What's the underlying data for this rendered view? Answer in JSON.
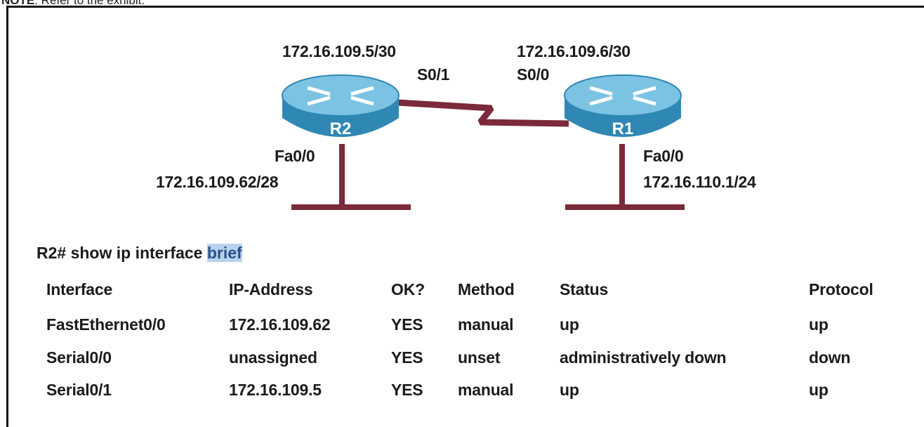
{
  "header": {
    "prefix": "NOTE",
    "text": ": Refer to the exhibit."
  },
  "routers": {
    "r2": {
      "name": "R2",
      "serial_if": "S0/1",
      "serial_ip": "172.16.109.5/30",
      "lan_if": "Fa0/0",
      "lan_ip": "172.16.109.62/28"
    },
    "r1": {
      "name": "R1",
      "serial_if": "S0/0",
      "serial_ip": "172.16.109.6/30",
      "lan_if": "Fa0/0",
      "lan_ip": "172.16.110.1/24"
    }
  },
  "command": {
    "prompt": "R2# show ip interface ",
    "highlight": "brief"
  },
  "table": {
    "headers": [
      "Interface",
      "IP-Address",
      "OK?",
      "Method",
      "Status",
      "Protocol"
    ],
    "rows": [
      [
        "FastEthernet0/0",
        "172.16.109.62",
        "YES",
        "manual",
        "up",
        "up"
      ],
      [
        "Serial0/0",
        "unassigned",
        "YES",
        "unset",
        "administratively down",
        "down"
      ],
      [
        "Serial0/1",
        "172.16.109.5",
        "YES",
        "manual",
        "up",
        "up"
      ]
    ]
  },
  "colors": {
    "link": "#7a2a3a",
    "router_body": "#3d9fc9",
    "router_top": "#7cc3e3",
    "router_arrows": "#ffffff"
  }
}
